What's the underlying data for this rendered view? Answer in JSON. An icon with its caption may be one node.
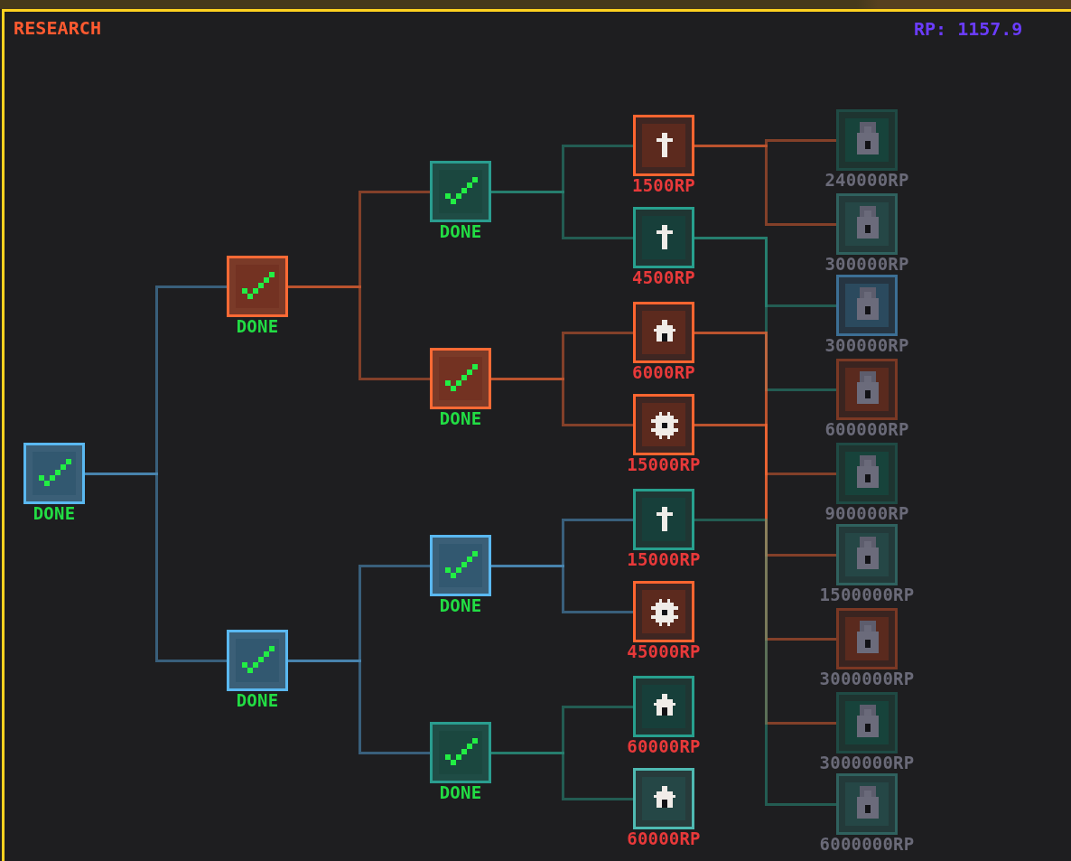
{
  "diagram": {
    "title": "RESEARCH",
    "nodes": [
      {
        "text": [],
        "shape": "box",
        "beside": [
          "DONE"
        ]
      },
      {
        "text": [],
        "shape": "box",
        "beside": [
          "DONE"
        ]
      },
      {
        "text": [],
        "shape": "box",
        "beside": [
          "DONE"
        ]
      },
      {
        "text": [],
        "shape": "box",
        "beside": [
          "DONE"
        ]
      },
      {
        "text": [],
        "shape": "box",
        "beside": [
          "DONE"
        ]
      },
      {
        "text": [],
        "shape": "box",
        "beside": [
          "DONE"
        ]
      },
      {
        "text": [],
        "shape": "box",
        "beside": [
          "DONE"
        ]
      },
      {
        "text": [],
        "shape": "box",
        "beside": [
          "1500RP"
        ]
      },
      {
        "text": [],
        "shape": "box",
        "beside": [
          "4500RP"
        ]
      },
      {
        "text": [],
        "shape": "box",
        "beside": [
          "6000RP"
        ]
      },
      {
        "text": [],
        "shape": "box",
        "beside": [
          "15000RP"
        ]
      },
      {
        "text": [],
        "shape": "box",
        "beside": [
          "15000RP"
        ]
      },
      {
        "text": [],
        "shape": "box",
        "beside": [
          "45000RP"
        ]
      },
      {
        "text": [],
        "shape": "box",
        "beside": [
          "60000RP"
        ]
      },
      {
        "text": [],
        "shape": "box",
        "beside": [
          "60000RP"
        ]
      },
      {
        "text": [],
        "shape": "box",
        "beside": [
          "240000RP"
        ]
      },
      {
        "text": [],
        "shape": "box",
        "beside": [
          "300000RP"
        ]
      },
      {
        "text": [],
        "shape": "box",
        "beside": [
          "300000RP"
        ]
      },
      {
        "text": [],
        "shape": "box",
        "beside": [
          "600000RP"
        ]
      },
      {
        "text": [],
        "shape": "box",
        "beside": [
          "900000RP"
        ]
      },
      {
        "text": [],
        "shape": "box",
        "beside": [
          "1500000RP"
        ]
      },
      {
        "text": [],
        "shape": "box",
        "beside": [
          "3000000RP"
        ]
      },
      {
        "text": [],
        "shape": "box",
        "beside": [
          "3000000RP"
        ]
      },
      {
        "text": [],
        "shape": "box",
        "beside": [
          "6000000RP"
        ]
      }
    ],
    "edges": [
      {
        "from": 0,
        "to": 1,
        "arrow": "none",
        "color": "#5ab0ec"
      },
      {
        "from": 0,
        "to": 2,
        "arrow": "none",
        "color": "#5ab0ec"
      },
      {
        "from": 1,
        "to": 3,
        "arrow": "none"
      },
      {
        "from": 1,
        "to": 4,
        "arrow": "none"
      },
      {
        "from": 2,
        "to": 5,
        "arrow": "none",
        "color": "#5ab0ec"
      },
      {
        "from": 2,
        "to": 6,
        "arrow": "none",
        "color": "#5ab0ec"
      },
      {
        "from": 3,
        "to": 7,
        "arrow": "none",
        "color": "#2aa890"
      },
      {
        "from": 3,
        "to": 8,
        "arrow": "none",
        "color": "#2aa890"
      },
      {
        "from": 4,
        "to": 9,
        "arrow": "none"
      },
      {
        "from": 4,
        "to": 10,
        "arrow": "none"
      },
      {
        "from": 5,
        "to": 11,
        "arrow": "none",
        "color": "#5ab0ec"
      },
      {
        "from": 5,
        "to": 12,
        "arrow": "none",
        "color": "#5ab0ec"
      },
      {
        "from": 6,
        "to": 13,
        "arrow": "none",
        "color": "#2aa890"
      },
      {
        "from": 6,
        "to": 14,
        "arrow": "none",
        "color": "#2aa890"
      },
      {
        "from": 7,
        "to": 15,
        "arrow": "none"
      },
      {
        "from": 7,
        "to": 16,
        "arrow": "none"
      },
      {
        "from": 8,
        "to": 17,
        "arrow": "none",
        "color": "#2aa890"
      },
      {
        "from": 8,
        "to": 18,
        "arrow": "none",
        "color": "#2aa890"
      },
      {
        "from": 9,
        "to": 19,
        "arrow": "none"
      },
      {
        "from": 9,
        "to": 20,
        "arrow": "none"
      },
      {
        "from": 10,
        "to": 21,
        "arrow": "none"
      },
      {
        "from": 10,
        "to": 22,
        "arrow": "none"
      },
      {
        "from": 11,
        "to": 23,
        "arrow": "none",
        "color": "#2aa890"
      }
    ],
    "labels": [
      "RP: 1157.9"
    ]
  }
}
